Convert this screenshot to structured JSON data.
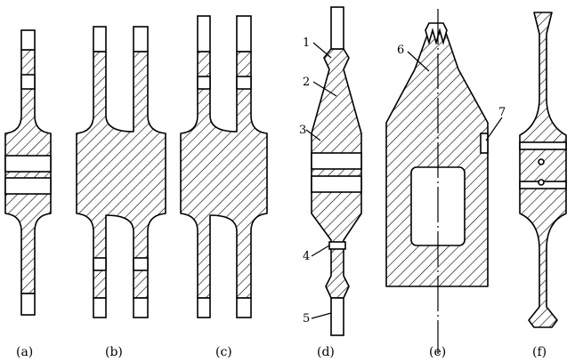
{
  "figure": {
    "captions": [
      "(a)",
      "(b)",
      "(c)",
      "(d)",
      "(e)",
      "(f)"
    ],
    "callouts": [
      "1",
      "2",
      "3",
      "4",
      "5",
      "6",
      "7"
    ]
  }
}
